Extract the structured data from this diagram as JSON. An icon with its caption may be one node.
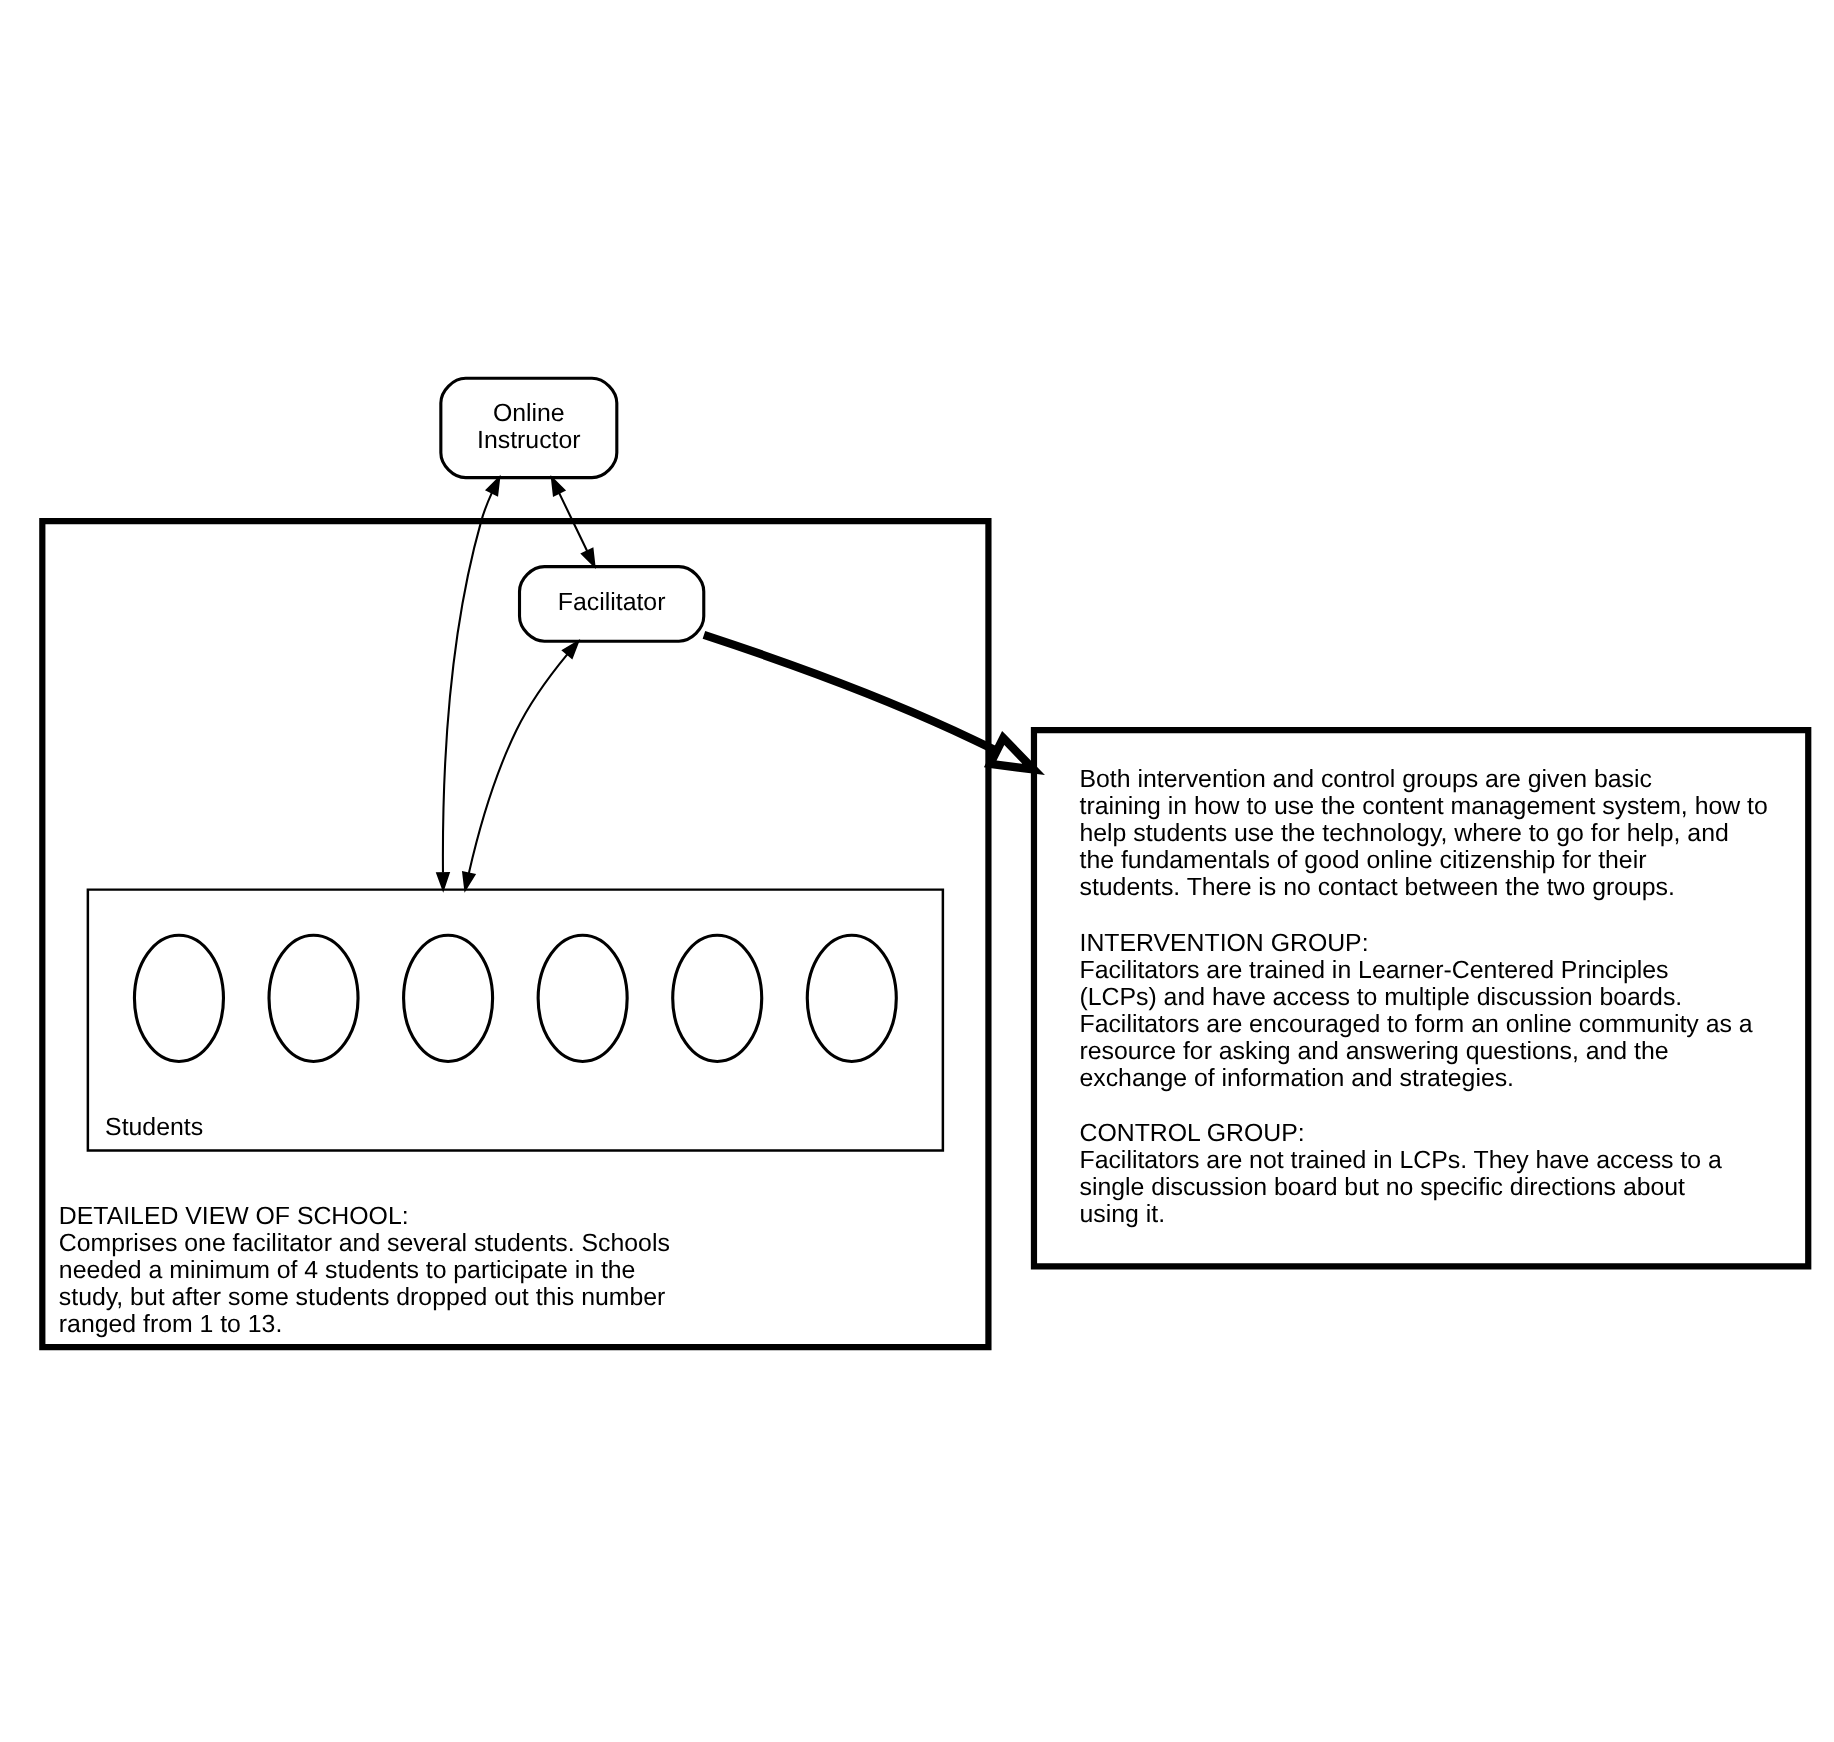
{
  "diagram": {
    "nodes": [
      {
        "text": [
          "DETAILED VIEW OF SCHOOL:",
          "Comprises one facilitator and several students. Schools needed a minimum of 4 students to participate in the study, but after some students dropped out this number ranged from 1 to 13."
        ]
      },
      {
        "text": [
          "Online Instructor"
        ]
      },
      {
        "text": [
          "Students"
        ],
        "in": 0
      },
      {
        "text": [],
        "shape": "ellipse",
        "in": 2
      },
      {
        "text": [],
        "shape": "ellipse",
        "in": 2
      },
      {
        "text": [],
        "shape": "ellipse",
        "in": 2
      },
      {
        "text": [],
        "shape": "ellipse",
        "in": 2
      },
      {
        "text": [],
        "shape": "ellipse",
        "in": 2
      },
      {
        "text": [],
        "shape": "ellipse",
        "in": 2
      },
      {
        "text": [
          "Facilitator"
        ],
        "in": 0
      },
      {
        "text": [
          "Both intervention and control groups are given basic training in how to use the content management system, how to help students use the technology, where to go for help, and the fundamentals of good online citizenship for their students. There is no contact between the two groups.",
          "INTERVENTION GROUP:",
          "Facilitators are trained in Learner-Centered Principles (LCPs) and have access to multiple discussion boards. Facilitators are encouraged to form an online community as a resource for asking and answering questions, and the exchange of information and strategies.",
          "CONTROL GROUP:",
          "Facilitators are not trained in LCPs. They have access to a single discussion board but no specific directions about using it."
        ]
      }
    ],
    "edges": [
      {
        "from": 1,
        "to": 2,
        "arrow": "both"
      },
      {
        "from": 1,
        "to": 9,
        "arrow": "both"
      },
      {
        "from": 9,
        "to": 2,
        "arrow": "both"
      },
      {
        "from": 9,
        "to": 10,
        "arrow": "to",
        "style": "thick"
      }
    ]
  }
}
